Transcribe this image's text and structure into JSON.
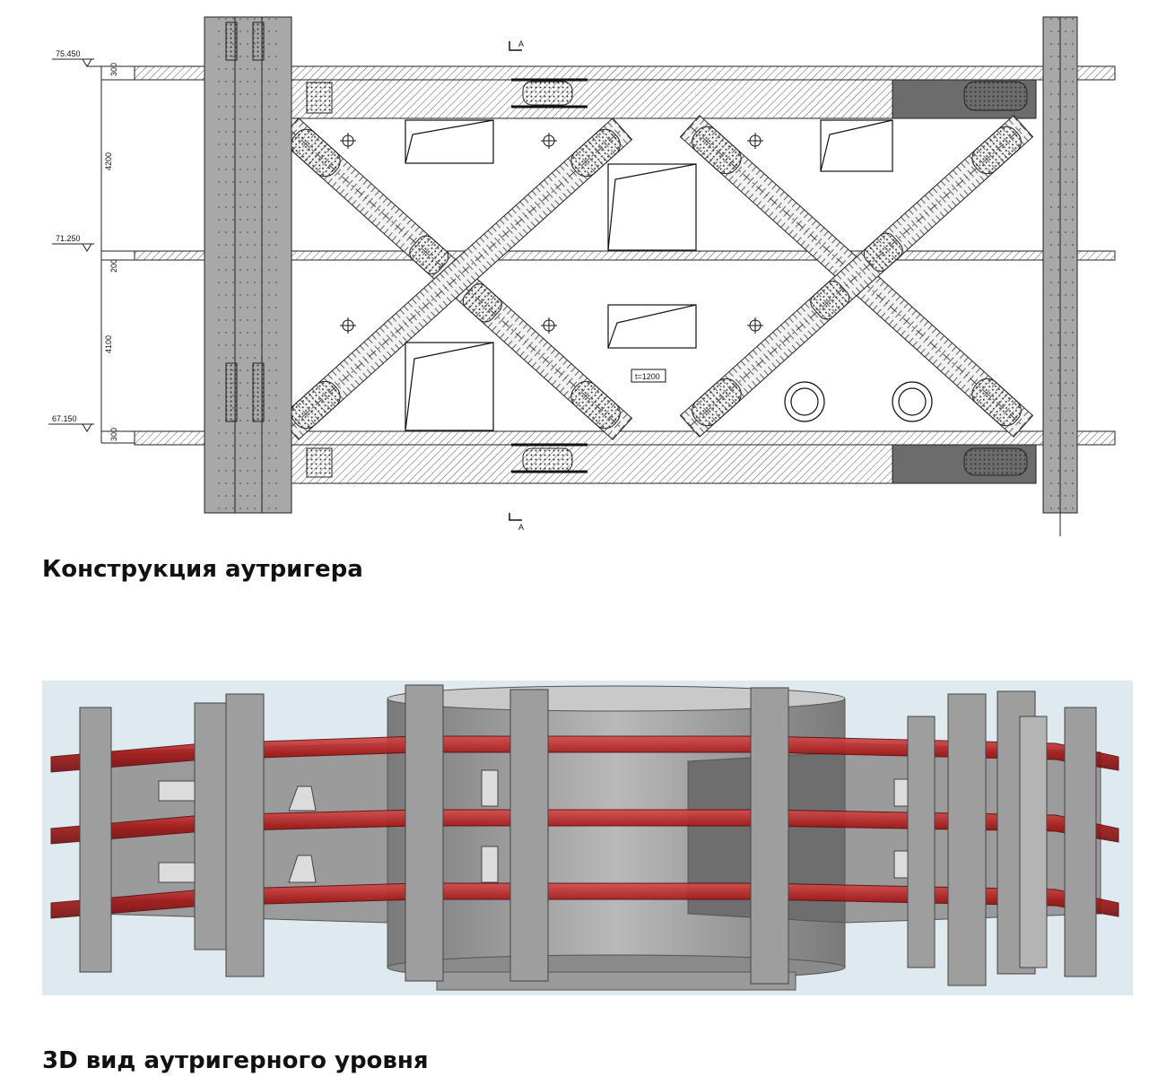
{
  "drawing": {
    "levels": [
      {
        "mark": "75.450"
      },
      {
        "mark": "71.250"
      },
      {
        "mark": "67.150"
      }
    ],
    "vertical_dimensions": [
      "300",
      "4200",
      "200",
      "4100",
      "300"
    ],
    "section_marker": "A",
    "plate_label": "t=1200"
  },
  "captions": {
    "outrigger_structure": "Конструкция аутригера",
    "outrigger_3d_view": "3D вид аутригерного уровня"
  },
  "colors": {
    "steel_red": "#b01818",
    "concrete_grey": "#8f8f8f",
    "render_background": "#dfe9f0"
  }
}
